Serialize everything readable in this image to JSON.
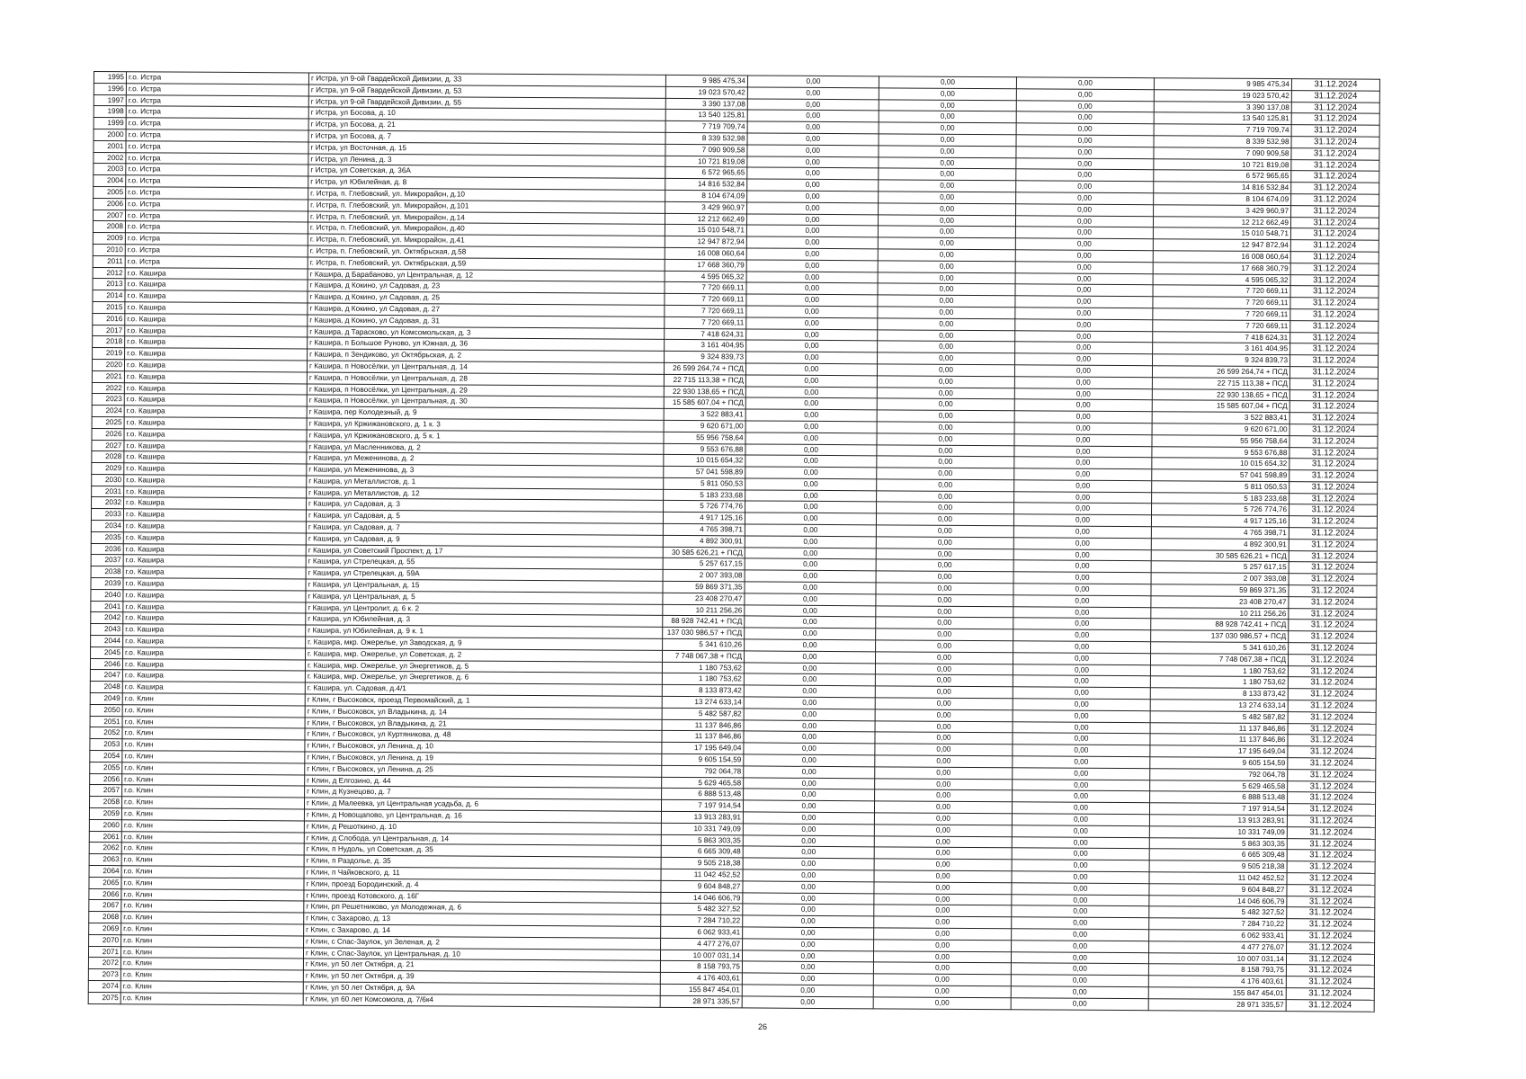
{
  "page_number": "26",
  "columns": [
    "no",
    "district",
    "address",
    "total",
    "c1",
    "c2",
    "c3",
    "sum",
    "deadline"
  ],
  "rows": [
    [
      "1995",
      "г.о. Истра",
      "г Истра, ул 9-ой Гвардейской Дивизии, д. 33",
      "9 985 475,34",
      "0,00",
      "0,00",
      "0,00",
      "9 985 475,34",
      "31.12.2024"
    ],
    [
      "1996",
      "г.о. Истра",
      "г Истра, ул 9-ой Гвардейской Дивизии, д. 53",
      "19 023 570,42",
      "0,00",
      "0,00",
      "0,00",
      "19 023 570,42",
      "31.12.2024"
    ],
    [
      "1997",
      "г.о. Истра",
      "г Истра, ул 9-ой Гвардейской Дивизии, д. 55",
      "3 390 137,08",
      "0,00",
      "0,00",
      "0,00",
      "3 390 137,08",
      "31.12.2024"
    ],
    [
      "1998",
      "г.о. Истра",
      "г Истра, ул Босова, д. 10",
      "13 540 125,81",
      "0,00",
      "0,00",
      "0,00",
      "13 540 125,81",
      "31.12.2024"
    ],
    [
      "1999",
      "г.о. Истра",
      "г Истра, ул Босова, д. 21",
      "7 719 709,74",
      "0,00",
      "0,00",
      "0,00",
      "7 719 709,74",
      "31.12.2024"
    ],
    [
      "2000",
      "г.о. Истра",
      "г Истра, ул Босова, д. 7",
      "8 339 532,98",
      "0,00",
      "0,00",
      "0,00",
      "8 339 532,98",
      "31.12.2024"
    ],
    [
      "2001",
      "г.о. Истра",
      "г Истра, ул Восточная, д. 15",
      "7 090 909,58",
      "0,00",
      "0,00",
      "0,00",
      "7 090 909,58",
      "31.12.2024"
    ],
    [
      "2002",
      "г.о. Истра",
      "г Истра, ул Ленина, д. 3",
      "10 721 819,08",
      "0,00",
      "0,00",
      "0,00",
      "10 721 819,08",
      "31.12.2024"
    ],
    [
      "2003",
      "г.о. Истра",
      "г Истра, ул Советская, д. 36А",
      "6 572 965,65",
      "0,00",
      "0,00",
      "0,00",
      "6 572 965,65",
      "31.12.2024"
    ],
    [
      "2004",
      "г.о. Истра",
      "г Истра, ул Юбилейная, д. 8",
      "14 816 532,84",
      "0,00",
      "0,00",
      "0,00",
      "14 816 532,84",
      "31.12.2024"
    ],
    [
      "2005",
      "г.о. Истра",
      "г. Истра, п. Глебовский, ул. Микрорайон, д.10",
      "8 104 674,09",
      "0,00",
      "0,00",
      "0,00",
      "8 104 674,09",
      "31.12.2024"
    ],
    [
      "2006",
      "г.о. Истра",
      "г. Истра, п. Глебовский, ул. Микрорайон, д.101",
      "3 429 960,97",
      "0,00",
      "0,00",
      "0,00",
      "3 429 960,97",
      "31.12.2024"
    ],
    [
      "2007",
      "г.о. Истра",
      "г. Истра, п. Глебовский, ул. Микрорайон, д.14",
      "12 212 662,49",
      "0,00",
      "0,00",
      "0,00",
      "12 212 662,49",
      "31.12.2024"
    ],
    [
      "2008",
      "г.о. Истра",
      "г. Истра, п. Глебовский, ул. Микрорайон, д.40",
      "15 010 548,71",
      "0,00",
      "0,00",
      "0,00",
      "15 010 548,71",
      "31.12.2024"
    ],
    [
      "2009",
      "г.о. Истра",
      "г. Истра, п. Глебовский, ул. Микрорайон, д.41",
      "12 947 872,94",
      "0,00",
      "0,00",
      "0,00",
      "12 947 872,94",
      "31.12.2024"
    ],
    [
      "2010",
      "г.о. Истра",
      "г. Истра, п. Глебовский, ул. Октябрьская, д.58",
      "16 008 060,64",
      "0,00",
      "0,00",
      "0,00",
      "16 008 060,64",
      "31.12.2024"
    ],
    [
      "2011",
      "г.о. Истра",
      "г. Истра, п. Глебовский, ул. Октябрьская, д.59",
      "17 668 360,79",
      "0,00",
      "0,00",
      "0,00",
      "17 668 360,79",
      "31.12.2024"
    ],
    [
      "2012",
      "г.о. Кашира",
      "г Кашира, д Барабаново, ул Центральная, д. 12",
      "4 595 065,32",
      "0,00",
      "0,00",
      "0,00",
      "4 595 065,32",
      "31.12.2024"
    ],
    [
      "2013",
      "г.о. Кашира",
      "г Кашира, д Кокино, ул Садовая, д. 23",
      "7 720 669,11",
      "0,00",
      "0,00",
      "0,00",
      "7 720 669,11",
      "31.12.2024"
    ],
    [
      "2014",
      "г.о. Кашира",
      "г Кашира, д Кокино, ул Садовая, д. 25",
      "7 720 669,11",
      "0,00",
      "0,00",
      "0,00",
      "7 720 669,11",
      "31.12.2024"
    ],
    [
      "2015",
      "г.о. Кашира",
      "г Кашира, д Кокино, ул Садовая, д. 27",
      "7 720 669,11",
      "0,00",
      "0,00",
      "0,00",
      "7 720 669,11",
      "31.12.2024"
    ],
    [
      "2016",
      "г.о. Кашира",
      "г Кашира, д Кокино, ул Садовая, д. 31",
      "7 720 669,11",
      "0,00",
      "0,00",
      "0,00",
      "7 720 669,11",
      "31.12.2024"
    ],
    [
      "2017",
      "г.о. Кашира",
      "г Кашира, д Тарасково, ул Комсомольская, д. 3",
      "7 418 624,31",
      "0,00",
      "0,00",
      "0,00",
      "7 418 624,31",
      "31.12.2024"
    ],
    [
      "2018",
      "г.о. Кашира",
      "г Кашира, п Большое Руново, ул Южная, д. 36",
      "3 161 404,95",
      "0,00",
      "0,00",
      "0,00",
      "3 161 404,95",
      "31.12.2024"
    ],
    [
      "2019",
      "г.о. Кашира",
      "г Кашира, п Зендиково, ул Октябрьская, д. 2",
      "9 324 839,73",
      "0,00",
      "0,00",
      "0,00",
      "9 324 839,73",
      "31.12.2024"
    ],
    [
      "2020",
      "г.о. Кашира",
      "г Кашира, п Новосёлки, ул Центральная, д. 14",
      "26 599 264,74 + ПСД",
      "0,00",
      "0,00",
      "0,00",
      "26 599 264,74 + ПСД",
      "31.12.2024"
    ],
    [
      "2021",
      "г.о. Кашира",
      "г Кашира, п Новосёлки, ул Центральная, д. 28",
      "22 715 113,38 + ПСД",
      "0,00",
      "0,00",
      "0,00",
      "22 715 113,38 + ПСД",
      "31.12.2024"
    ],
    [
      "2022",
      "г.о. Кашира",
      "г Кашира, п Новосёлки, ул Центральная, д. 29",
      "22 930 138,65 + ПСД",
      "0,00",
      "0,00",
      "0,00",
      "22 930 138,65 + ПСД",
      "31.12.2024"
    ],
    [
      "2023",
      "г.о. Кашира",
      "г Кашира, п Новосёлки, ул Центральная, д. 30",
      "15 585 607,04 + ПСД",
      "0,00",
      "0,00",
      "0,00",
      "15 585 607,04 + ПСД",
      "31.12.2024"
    ],
    [
      "2024",
      "г.о. Кашира",
      "г Кашира, пер Колодезный, д. 9",
      "3 522 883,41",
      "0,00",
      "0,00",
      "0,00",
      "3 522 883,41",
      "31.12.2024"
    ],
    [
      "2025",
      "г.о. Кашира",
      "г Кашира, ул Кржижановского, д. 1 к. 3",
      "9 620 671,00",
      "0,00",
      "0,00",
      "0,00",
      "9 620 671,00",
      "31.12.2024"
    ],
    [
      "2026",
      "г.о. Кашира",
      "г Кашира, ул Кржижановского, д. 5 к. 1",
      "55 956 758,64",
      "0,00",
      "0,00",
      "0,00",
      "55 956 758,64",
      "31.12.2024"
    ],
    [
      "2027",
      "г.о. Кашира",
      "г Кашира, ул Масленникова, д. 2",
      "9 553 676,88",
      "0,00",
      "0,00",
      "0,00",
      "9 553 676,88",
      "31.12.2024"
    ],
    [
      "2028",
      "г.о. Кашира",
      "г Кашира, ул Меженинова, д. 2",
      "10 015 654,32",
      "0,00",
      "0,00",
      "0,00",
      "10 015 654,32",
      "31.12.2024"
    ],
    [
      "2029",
      "г.о. Кашира",
      "г Кашира, ул Меженинова, д. 3",
      "57 041 598,89",
      "0,00",
      "0,00",
      "0,00",
      "57 041 598,89",
      "31.12.2024"
    ],
    [
      "2030",
      "г.о. Кашира",
      "г Кашира, ул Металлистов, д. 1",
      "5 811 050,53",
      "0,00",
      "0,00",
      "0,00",
      "5 811 050,53",
      "31.12.2024"
    ],
    [
      "2031",
      "г.о. Кашира",
      "г Кашира, ул Металлистов, д. 12",
      "5 183 233,68",
      "0,00",
      "0,00",
      "0,00",
      "5 183 233,68",
      "31.12.2024"
    ],
    [
      "2032",
      "г.о. Кашира",
      "г Кашира, ул Садовая, д. 3",
      "5 726 774,76",
      "0,00",
      "0,00",
      "0,00",
      "5 726 774,76",
      "31.12.2024"
    ],
    [
      "2033",
      "г.о. Кашира",
      "г Кашира, ул Садовая, д. 5",
      "4 917 125,16",
      "0,00",
      "0,00",
      "0,00",
      "4 917 125,16",
      "31.12.2024"
    ],
    [
      "2034",
      "г.о. Кашира",
      "г Кашира, ул Садовая, д. 7",
      "4 765 398,71",
      "0,00",
      "0,00",
      "0,00",
      "4 765 398,71",
      "31.12.2024"
    ],
    [
      "2035",
      "г.о. Кашира",
      "г Кашира, ул Садовая, д. 9",
      "4 892 300,91",
      "0,00",
      "0,00",
      "0,00",
      "4 892 300,91",
      "31.12.2024"
    ],
    [
      "2036",
      "г.о. Кашира",
      "г Кашира, ул Советский Проспект, д. 17",
      "30 585 626,21 + ПСД",
      "0,00",
      "0,00",
      "0,00",
      "30 585 626,21 + ПСД",
      "31.12.2024"
    ],
    [
      "2037",
      "г.о. Кашира",
      "г Кашира, ул Стрелецкая, д. 55",
      "5 257 617,15",
      "0,00",
      "0,00",
      "0,00",
      "5 257 617,15",
      "31.12.2024"
    ],
    [
      "2038",
      "г.о. Кашира",
      "г Кашира, ул Стрелецкая, д. 59А",
      "2 007 393,08",
      "0,00",
      "0,00",
      "0,00",
      "2 007 393,08",
      "31.12.2024"
    ],
    [
      "2039",
      "г.о. Кашира",
      "г Кашира, ул Центральная, д. 15",
      "59 869 371,35",
      "0,00",
      "0,00",
      "0,00",
      "59 869 371,35",
      "31.12.2024"
    ],
    [
      "2040",
      "г.о. Кашира",
      "г Кашира, ул Центральная, д. 5",
      "23 408 270,47",
      "0,00",
      "0,00",
      "0,00",
      "23 408 270,47",
      "31.12.2024"
    ],
    [
      "2041",
      "г.о. Кашира",
      "г Кашира, ул Центролит, д. 6 к. 2",
      "10 211 256,26",
      "0,00",
      "0,00",
      "0,00",
      "10 211 256,26",
      "31.12.2024"
    ],
    [
      "2042",
      "г.о. Кашира",
      "г Кашира, ул Юбилейная, д. 3",
      "88 928 742,41 + ПСД",
      "0,00",
      "0,00",
      "0,00",
      "88 928 742,41 + ПСД",
      "31.12.2024"
    ],
    [
      "2043",
      "г.о. Кашира",
      "г Кашира, ул Юбилейная, д. 9 к. 1",
      "137 030 986,57 + ПСД",
      "0,00",
      "0,00",
      "0,00",
      "137 030 986,57 + ПСД",
      "31.12.2024"
    ],
    [
      "2044",
      "г.о. Кашира",
      "г. Кашира, мкр. Ожерелье, ул Заводская, д. 9",
      "5 341 610,26",
      "0,00",
      "0,00",
      "0,00",
      "5 341 610,26",
      "31.12.2024"
    ],
    [
      "2045",
      "г.о. Кашира",
      "г. Кашира, мкр. Ожерелье, ул Советская, д. 2",
      "7 748 067,38 + ПСД",
      "0,00",
      "0,00",
      "0,00",
      "7 748 067,38 + ПСД",
      "31.12.2024"
    ],
    [
      "2046",
      "г.о. Кашира",
      "г. Кашира, мкр. Ожерелье, ул Энергетиков, д. 5",
      "1 180 753,62",
      "0,00",
      "0,00",
      "0,00",
      "1 180 753,62",
      "31.12.2024"
    ],
    [
      "2047",
      "г.о. Кашира",
      "г. Кашира, мкр. Ожерелье, ул Энергетиков, д. 6",
      "1 180 753,62",
      "0,00",
      "0,00",
      "0,00",
      "1 180 753,62",
      "31.12.2024"
    ],
    [
      "2048",
      "г.о. Кашира",
      "г. Кашира, ул. Садовая, д.4/1",
      "8 133 873,42",
      "0,00",
      "0,00",
      "0,00",
      "8 133 873,42",
      "31.12.2024"
    ],
    [
      "2049",
      "г.о. Клин",
      "г Клин, г Высоковск, проезд Первомайский, д. 1",
      "13 274 633,14",
      "0,00",
      "0,00",
      "0,00",
      "13 274 633,14",
      "31.12.2024"
    ],
    [
      "2050",
      "г.о. Клин",
      "г Клин, г Высоковск, ул Владыкина, д. 14",
      "5 482 587,82",
      "0,00",
      "0,00",
      "0,00",
      "5 482 587,82",
      "31.12.2024"
    ],
    [
      "2051",
      "г.о. Клин",
      "г Клин, г Высоковск, ул Владыкина, д. 21",
      "11 137 846,86",
      "0,00",
      "0,00",
      "0,00",
      "11 137 846,86",
      "31.12.2024"
    ],
    [
      "2052",
      "г.о. Клин",
      "г Клин, г Высоковск, ул Куртяникова, д. 48",
      "11 137 846,86",
      "0,00",
      "0,00",
      "0,00",
      "11 137 846,86",
      "31.12.2024"
    ],
    [
      "2053",
      "г.о. Клин",
      "г Клин, г Высоковск, ул Ленина, д. 10",
      "17 195 649,04",
      "0,00",
      "0,00",
      "0,00",
      "17 195 649,04",
      "31.12.2024"
    ],
    [
      "2054",
      "г.о. Клин",
      "г Клин, г Высоковск, ул Ленина, д. 19",
      "9 605 154,59",
      "0,00",
      "0,00",
      "0,00",
      "9 605 154,59",
      "31.12.2024"
    ],
    [
      "2055",
      "г.о. Клин",
      "г Клин, г Высоковск, ул Ленина, д. 25",
      "792 064,78",
      "0,00",
      "0,00",
      "0,00",
      "792 064,78",
      "31.12.2024"
    ],
    [
      "2056",
      "г.о. Клин",
      "г Клин, д Елгозино, д. 44",
      "5 629 465,58",
      "0,00",
      "0,00",
      "0,00",
      "5 629 465,58",
      "31.12.2024"
    ],
    [
      "2057",
      "г.о. Клин",
      "г Клин, д Кузнецово, д. 7",
      "6 888 513,48",
      "0,00",
      "0,00",
      "0,00",
      "6 888 513,48",
      "31.12.2024"
    ],
    [
      "2058",
      "г.о. Клин",
      "г Клин, д Малеевка, ул Центральная усадьба, д. 6",
      "7 197 914,54",
      "0,00",
      "0,00",
      "0,00",
      "7 197 914,54",
      "31.12.2024"
    ],
    [
      "2059",
      "г.о. Клин",
      "г Клин, д Новощапово, ул Центральная, д. 16",
      "13 913 283,91",
      "0,00",
      "0,00",
      "0,00",
      "13 913 283,91",
      "31.12.2024"
    ],
    [
      "2060",
      "г.о. Клин",
      "г Клин, д Решоткино, д. 10",
      "10 331 749,09",
      "0,00",
      "0,00",
      "0,00",
      "10 331 749,09",
      "31.12.2024"
    ],
    [
      "2061",
      "г.о. Клин",
      "г Клин, д Слобода, ул Центральная, д. 14",
      "5 863 303,35",
      "0,00",
      "0,00",
      "0,00",
      "5 863 303,35",
      "31.12.2024"
    ],
    [
      "2062",
      "г.о. Клин",
      "г Клин, п Нудоль, ул Советская, д. 35",
      "6 665 309,48",
      "0,00",
      "0,00",
      "0,00",
      "6 665 309,48",
      "31.12.2024"
    ],
    [
      "2063",
      "г.о. Клин",
      "г Клин, п Раздолье, д. 35",
      "9 505 218,38",
      "0,00",
      "0,00",
      "0,00",
      "9 505 218,38",
      "31.12.2024"
    ],
    [
      "2064",
      "г.о. Клин",
      "г Клин, п Чайковского, д. 11",
      "11 042 452,52",
      "0,00",
      "0,00",
      "0,00",
      "11 042 452,52",
      "31.12.2024"
    ],
    [
      "2065",
      "г.о. Клин",
      "г Клин, проезд Бородинский, д. 4",
      "9 604 848,27",
      "0,00",
      "0,00",
      "0,00",
      "9 604 848,27",
      "31.12.2024"
    ],
    [
      "2066",
      "г.о. Клин",
      "г Клин, проезд Котовского, д. 16Г",
      "14 046 606,79",
      "0,00",
      "0,00",
      "0,00",
      "14 046 606,79",
      "31.12.2024"
    ],
    [
      "2067",
      "г.о. Клин",
      "г Клин, рп Решетниково, ул Молодежная, д. 6",
      "5 482 327,52",
      "0,00",
      "0,00",
      "0,00",
      "5 482 327,52",
      "31.12.2024"
    ],
    [
      "2068",
      "г.о. Клин",
      "г Клин, с Захарово, д. 13",
      "7 284 710,22",
      "0,00",
      "0,00",
      "0,00",
      "7 284 710,22",
      "31.12.2024"
    ],
    [
      "2069",
      "г.о. Клин",
      "г Клин, с Захарово, д. 14",
      "6 062 933,41",
      "0,00",
      "0,00",
      "0,00",
      "6 062 933,41",
      "31.12.2024"
    ],
    [
      "2070",
      "г.о. Клин",
      "г Клин, с Спас-Заулок, ул Зеленая, д. 2",
      "4 477 276,07",
      "0,00",
      "0,00",
      "0,00",
      "4 477 276,07",
      "31.12.2024"
    ],
    [
      "2071",
      "г.о. Клин",
      "г Клин, с Спас-Заулок, ул Центральная, д. 10",
      "10 007 031,14",
      "0,00",
      "0,00",
      "0,00",
      "10 007 031,14",
      "31.12.2024"
    ],
    [
      "2072",
      "г.о. Клин",
      "г Клин, ул 50 лет Октября, д. 21",
      "8 158 793,75",
      "0,00",
      "0,00",
      "0,00",
      "8 158 793,75",
      "31.12.2024"
    ],
    [
      "2073",
      "г.о. Клин",
      "г Клин, ул 50 лет Октября, д. 39",
      "4 176 403,61",
      "0,00",
      "0,00",
      "0,00",
      "4 176 403,61",
      "31.12.2024"
    ],
    [
      "2074",
      "г.о. Клин",
      "г Клин, ул 50 лет Октября, д. 9А",
      "155 847 454,01",
      "0,00",
      "0,00",
      "0,00",
      "155 847 454,01",
      "31.12.2024"
    ],
    [
      "2075",
      "г.о. Клин",
      "г Клин, ул 60 лет Комсомола, д. 7/6к4",
      "28 971 335,57",
      "0,00",
      "0,00",
      "0,00",
      "28 971 335,57",
      "31.12.2024"
    ]
  ]
}
